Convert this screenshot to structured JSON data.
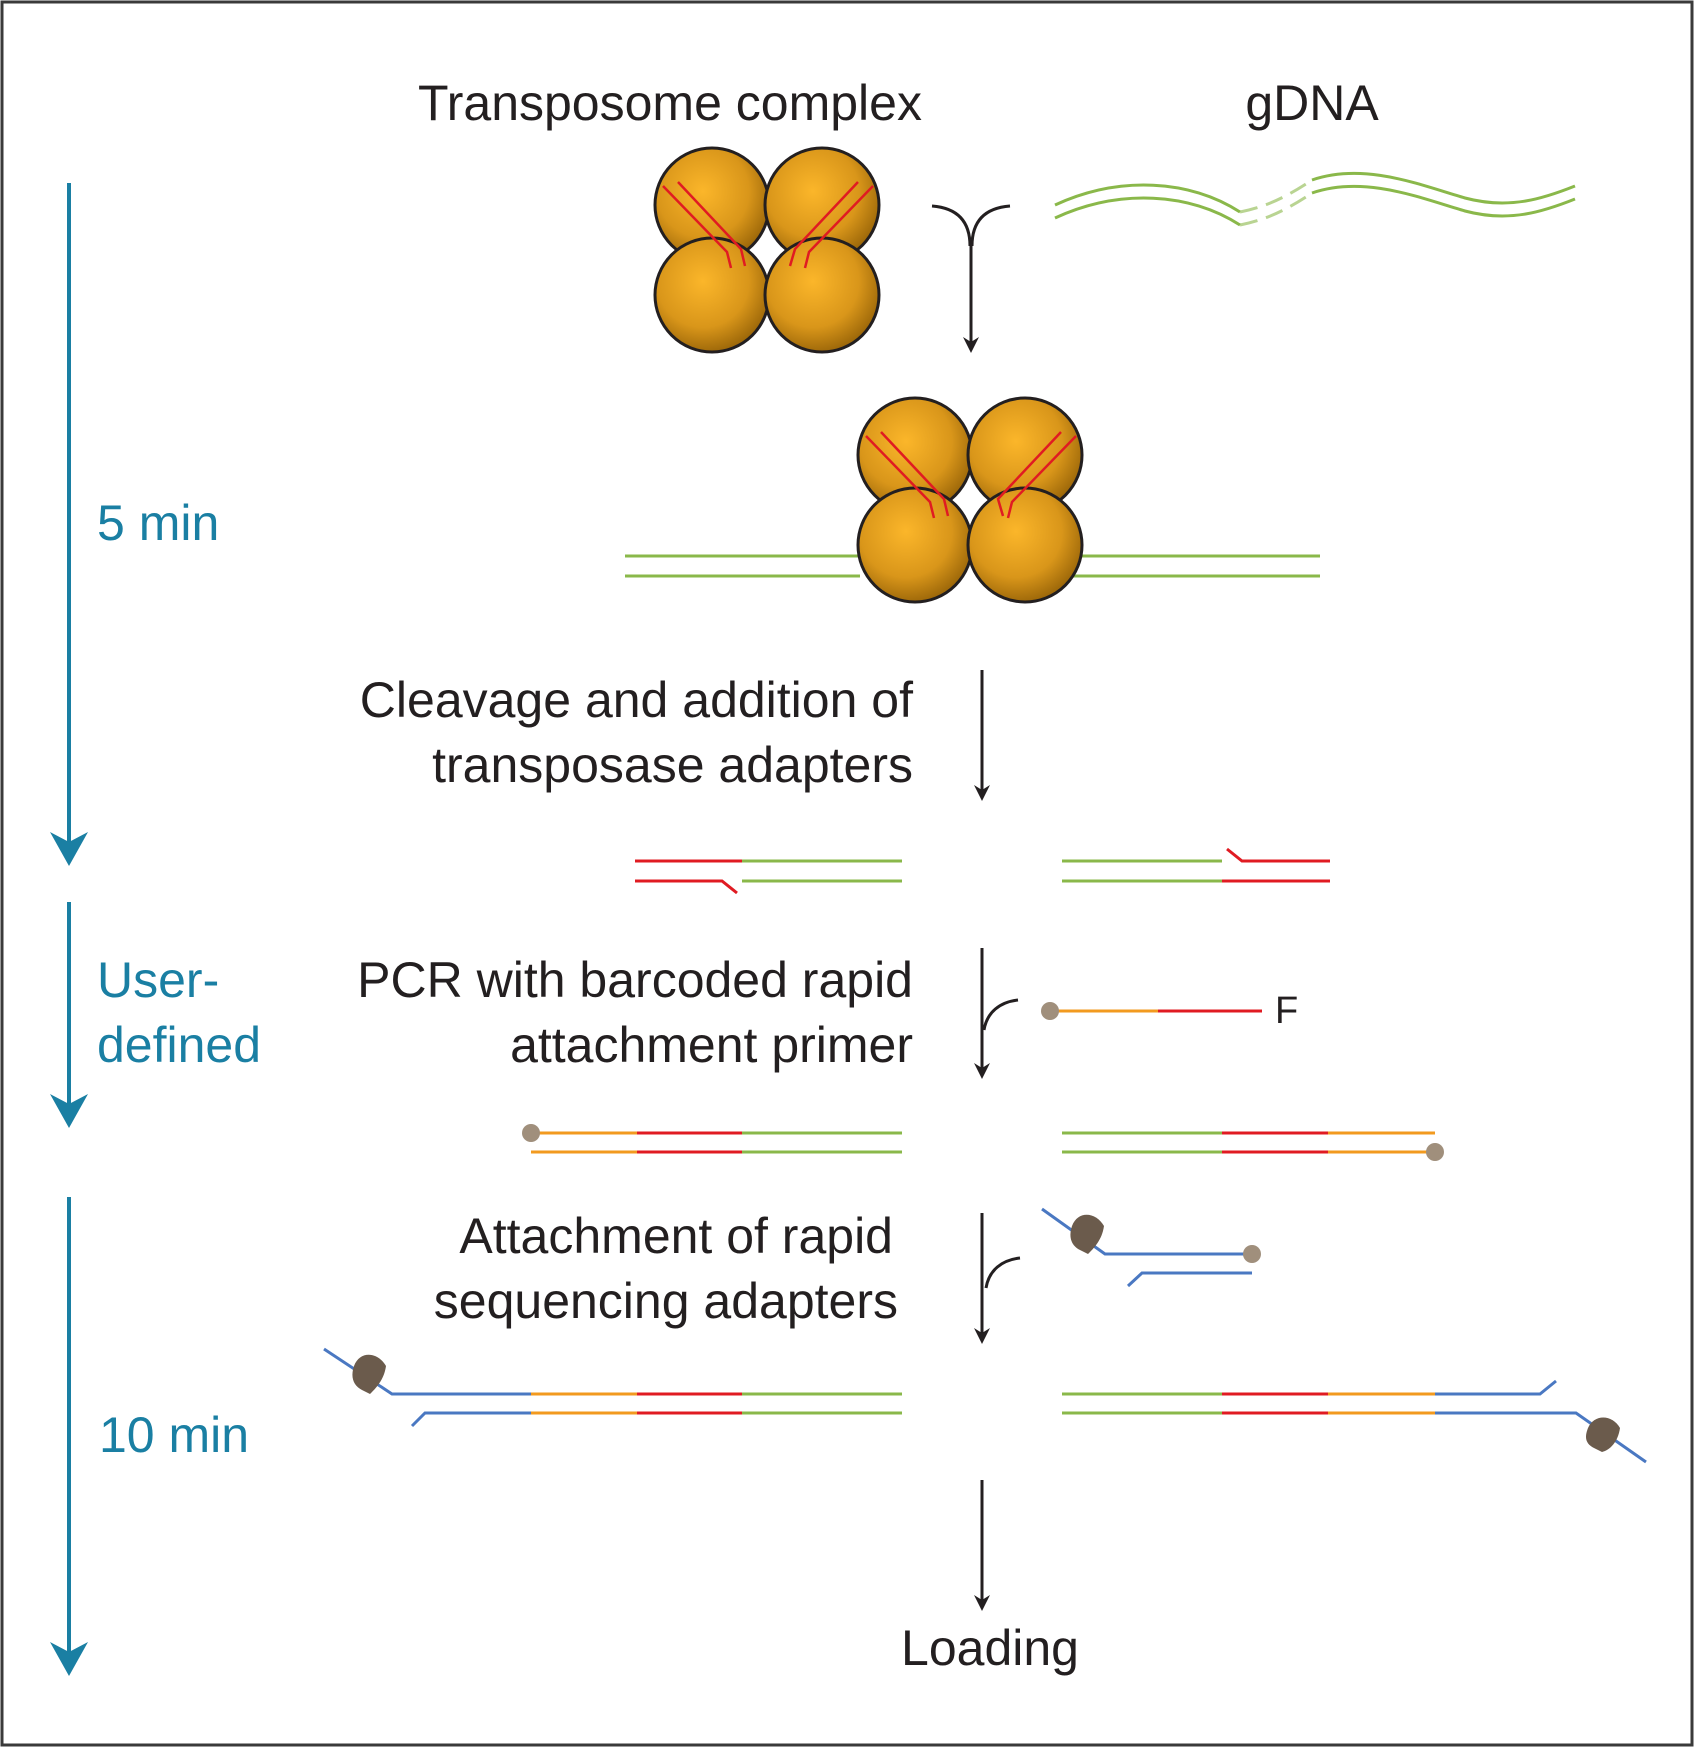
{
  "labels": {
    "transposome": "Transposome complex",
    "gdna": "gDNA",
    "step1_line1": "Cleavage and addition of",
    "step1_line2": "transposase adapters",
    "step2_line1": "PCR with barcoded rapid",
    "step2_line2": "attachment primer",
    "primer_tag": "F",
    "step3_line1": "Attachment of rapid",
    "step3_line2": "sequencing adapters",
    "loading": "Loading"
  },
  "timeline": [
    {
      "label": "5 min"
    },
    {
      "label_line1": "User-",
      "label_line2": "defined"
    },
    {
      "label": "10 min"
    }
  ],
  "colors": {
    "dna": "#8ab84a",
    "transposase_adapter": "#e01b22",
    "barcode": "#f29a1f",
    "sequencing_adapter": "#4a78c2",
    "motor_protein": "#6b5b4c",
    "tether_bead": "#a08f7c",
    "timeline": "#1a7fa3",
    "protein_sphere": "#d9961a"
  }
}
